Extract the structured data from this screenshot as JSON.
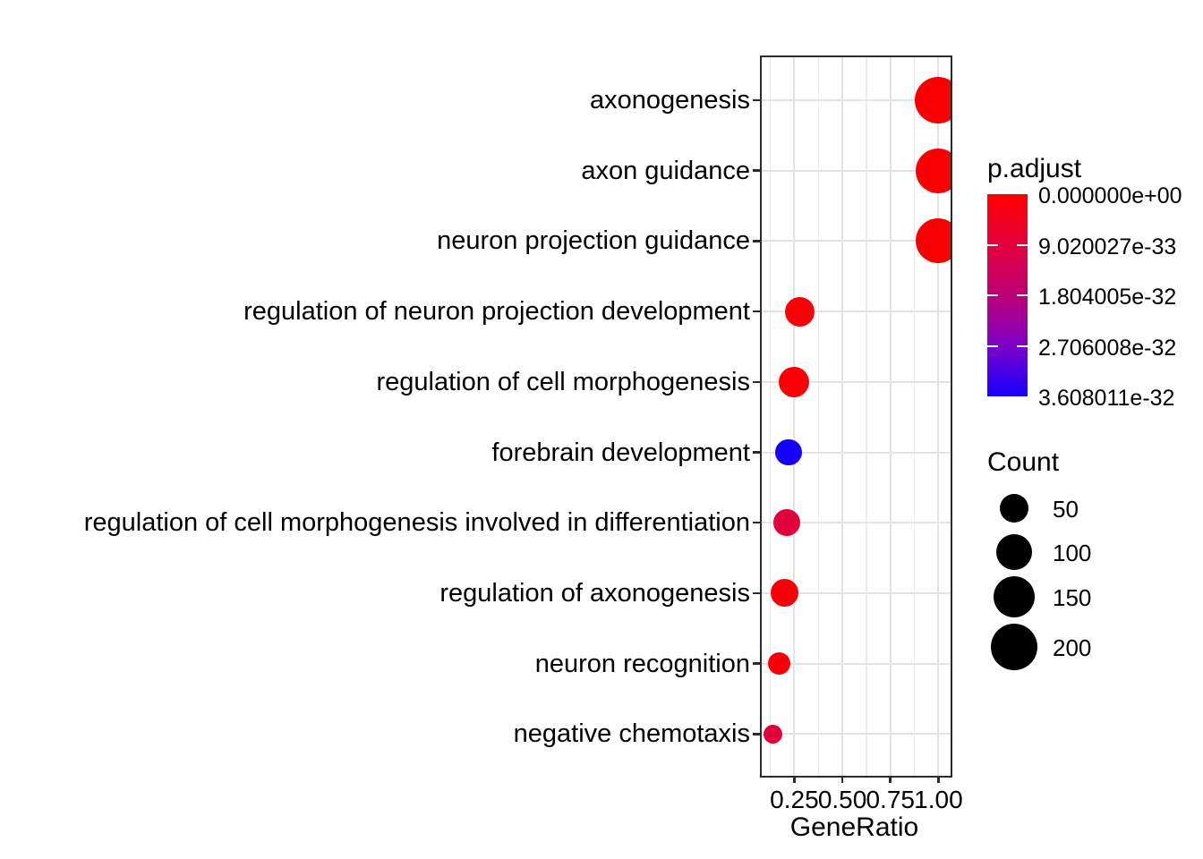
{
  "chart_data": {
    "type": "scatter",
    "subtype": "enrichment-dotplot",
    "title": "",
    "xlabel": "GeneRatio",
    "ylabel": "",
    "grid": true,
    "legend_position": "right",
    "x_axis": {
      "ticks": [
        0.25,
        0.5,
        0.75,
        1.0
      ],
      "tick_labels": [
        "0.25",
        "0.50",
        "0.75",
        "1.00"
      ],
      "minor_ticks": [
        0.125,
        0.375,
        0.625,
        0.875
      ],
      "range": [
        0.071,
        1.054
      ]
    },
    "categories": [
      "axonogenesis",
      "axon guidance",
      "neuron projection guidance",
      "regulation of neuron projection development",
      "regulation of cell morphogenesis",
      "forebrain development",
      "regulation of cell morphogenesis involved in differentiation",
      "regulation of axonogenesis",
      "neuron recognition",
      "negative chemotaxis"
    ],
    "points": [
      {
        "term": "axonogenesis",
        "gene_ratio": 1.0,
        "count": 200,
        "color": "#fa0005"
      },
      {
        "term": "axon guidance",
        "gene_ratio": 1.0,
        "count": 180,
        "color": "#fa0005"
      },
      {
        "term": "neuron projection guidance",
        "gene_ratio": 1.0,
        "count": 180,
        "color": "#fa0005"
      },
      {
        "term": "regulation of neuron projection development",
        "gene_ratio": 0.28,
        "count": 55,
        "color": "#fa0007"
      },
      {
        "term": "regulation of cell morphogenesis",
        "gene_ratio": 0.25,
        "count": 60,
        "color": "#fa0007"
      },
      {
        "term": "forebrain development",
        "gene_ratio": 0.22,
        "count": 40,
        "color": "#1500ff"
      },
      {
        "term": "regulation of cell morphogenesis involved in differentiation",
        "gene_ratio": 0.21,
        "count": 40,
        "color": "#e2003c"
      },
      {
        "term": "regulation of axonogenesis",
        "gene_ratio": 0.2,
        "count": 45,
        "color": "#f80009"
      },
      {
        "term": "neuron recognition",
        "gene_ratio": 0.17,
        "count": 21,
        "color": "#f80009"
      },
      {
        "term": "negative chemotaxis",
        "gene_ratio": 0.14,
        "count": 10,
        "color": "#e2003c"
      }
    ],
    "color_legend": {
      "title": "p.adjust",
      "tick_labels": [
        "0.000000e+00",
        "9.020027e-33",
        "1.804005e-32",
        "2.706008e-32",
        "3.608011e-32"
      ],
      "gradient_stops": [
        "#ff0000",
        "#e4003c",
        "#bc0076",
        "#7e00c8",
        "#1500ff"
      ]
    },
    "size_legend": {
      "title": "Count",
      "entries": [
        {
          "label": "50",
          "count": 50
        },
        {
          "label": "100",
          "count": 100
        },
        {
          "label": "150",
          "count": 150
        },
        {
          "label": "200",
          "count": 200
        }
      ]
    }
  }
}
